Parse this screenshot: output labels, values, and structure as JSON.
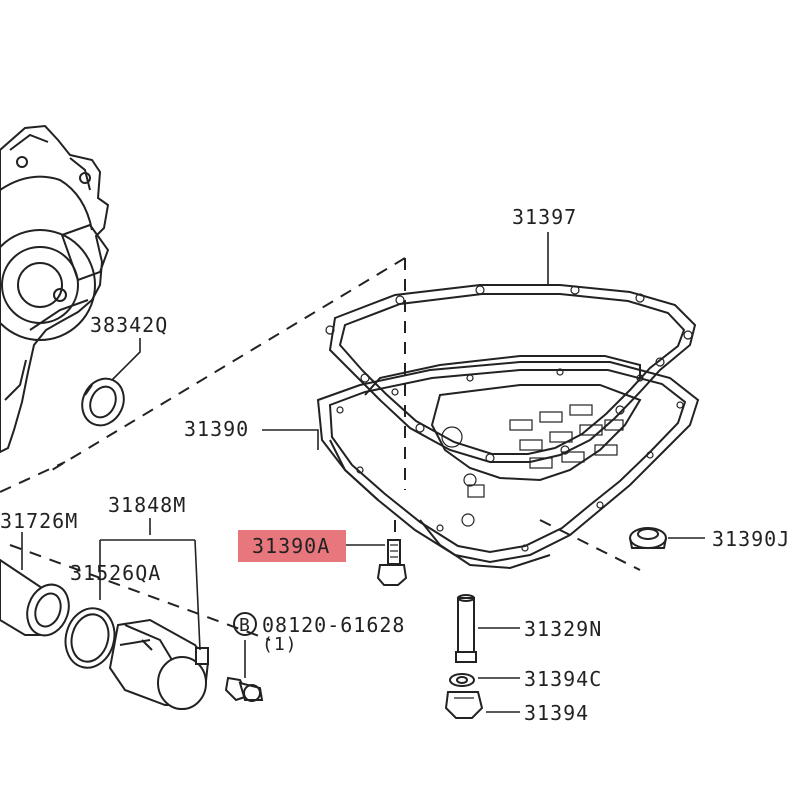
{
  "labels": {
    "p31397": "31397",
    "p38342q": "38342Q",
    "p31390": "31390",
    "p31726m": "31726M",
    "p31848m": "31848M",
    "p31526qa": "31526QA",
    "p31390a": "31390A",
    "p31390j": "31390J",
    "bolt_marker": "B",
    "p08120": "08120-61628",
    "qty": "(1)",
    "p31329n": "31329N",
    "p31394c": "31394C",
    "p31394": "31394"
  },
  "colors": {
    "highlight": "#e8777d",
    "line": "#222222",
    "background": "#ffffff"
  }
}
